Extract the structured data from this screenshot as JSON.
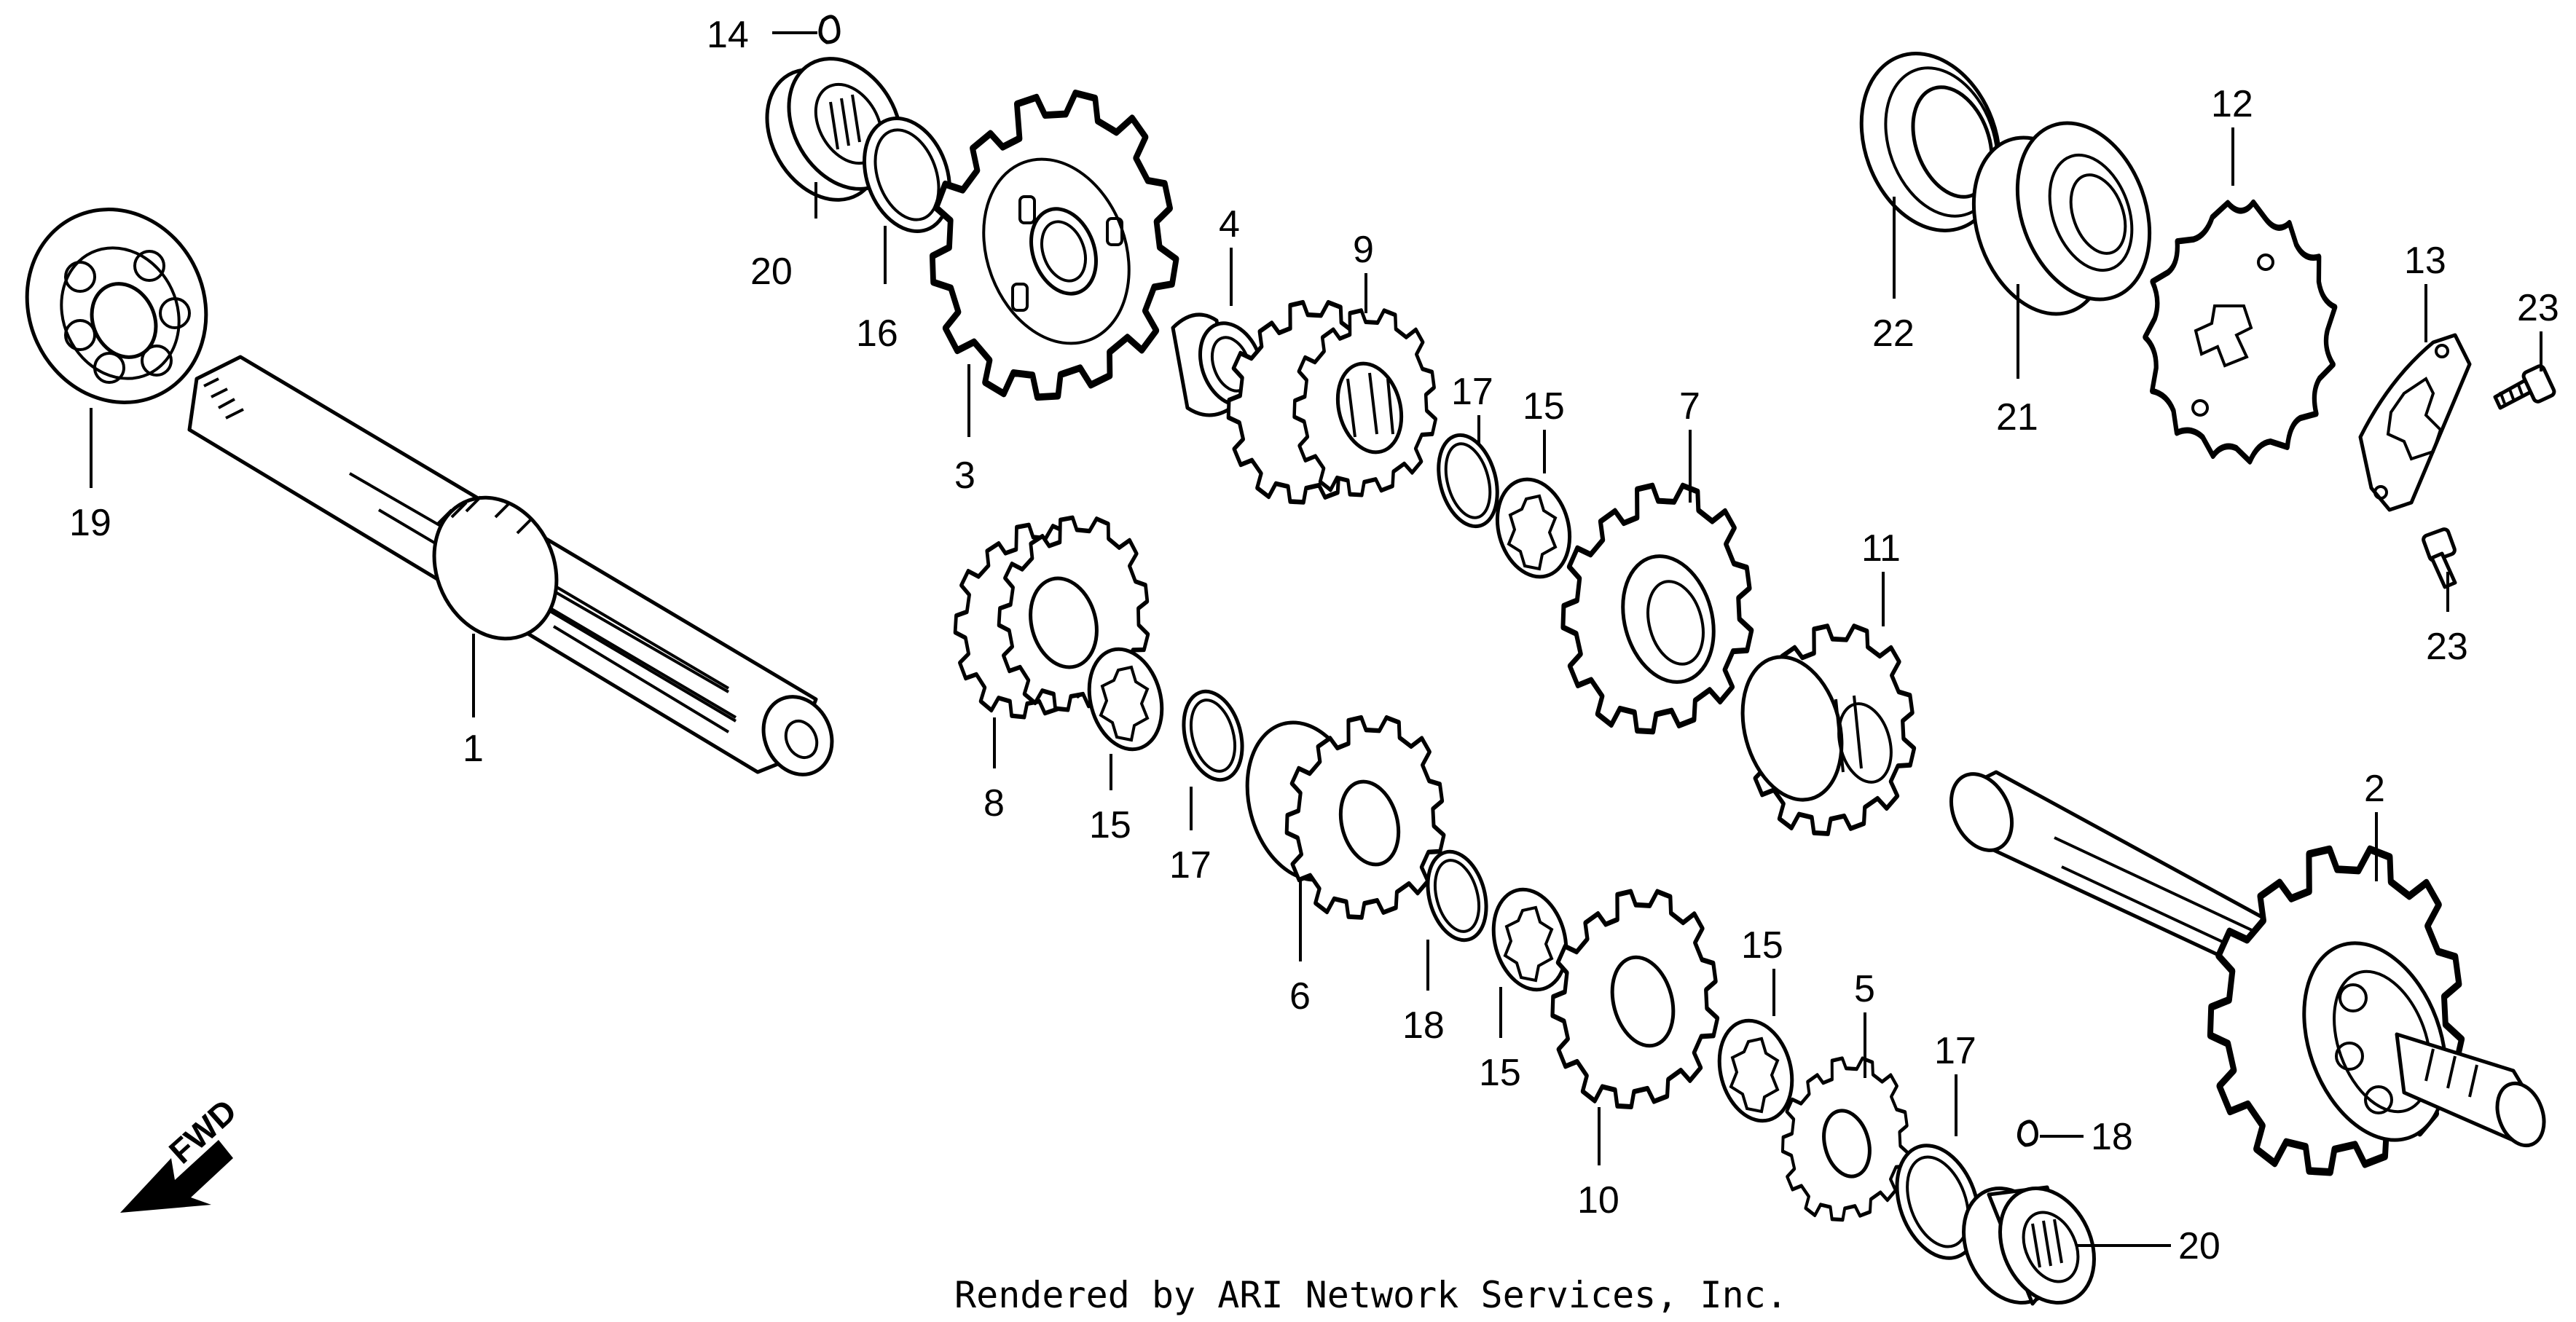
{
  "callouts": [
    {
      "id": "c1",
      "number": "1"
    },
    {
      "id": "c2",
      "number": "2"
    },
    {
      "id": "c3",
      "number": "3"
    },
    {
      "id": "c4",
      "number": "4"
    },
    {
      "id": "c5",
      "number": "5"
    },
    {
      "id": "c6",
      "number": "6"
    },
    {
      "id": "c7",
      "number": "7"
    },
    {
      "id": "c8",
      "number": "8"
    },
    {
      "id": "c9",
      "number": "9"
    },
    {
      "id": "c10",
      "number": "10"
    },
    {
      "id": "c11",
      "number": "11"
    },
    {
      "id": "c12",
      "number": "12"
    },
    {
      "id": "c13",
      "number": "13"
    },
    {
      "id": "c14",
      "number": "14"
    },
    {
      "id": "c15a",
      "number": "15"
    },
    {
      "id": "c15b",
      "number": "15"
    },
    {
      "id": "c15c",
      "number": "15"
    },
    {
      "id": "c15d",
      "number": "15"
    },
    {
      "id": "c16a",
      "number": "16"
    },
    {
      "id": "c16b",
      "number": "16"
    },
    {
      "id": "c17a",
      "number": "17"
    },
    {
      "id": "c17b",
      "number": "17"
    },
    {
      "id": "c17c",
      "number": "17"
    },
    {
      "id": "c18",
      "number": "18"
    },
    {
      "id": "c19",
      "number": "19"
    },
    {
      "id": "c20a",
      "number": "20"
    },
    {
      "id": "c20b",
      "number": "20"
    },
    {
      "id": "c21",
      "number": "21"
    },
    {
      "id": "c22",
      "number": "22"
    },
    {
      "id": "c23a",
      "number": "23"
    },
    {
      "id": "c23b",
      "number": "23"
    }
  ],
  "fwd_label": "FWD",
  "footer": "Rendered by ARI Network Services, Inc."
}
